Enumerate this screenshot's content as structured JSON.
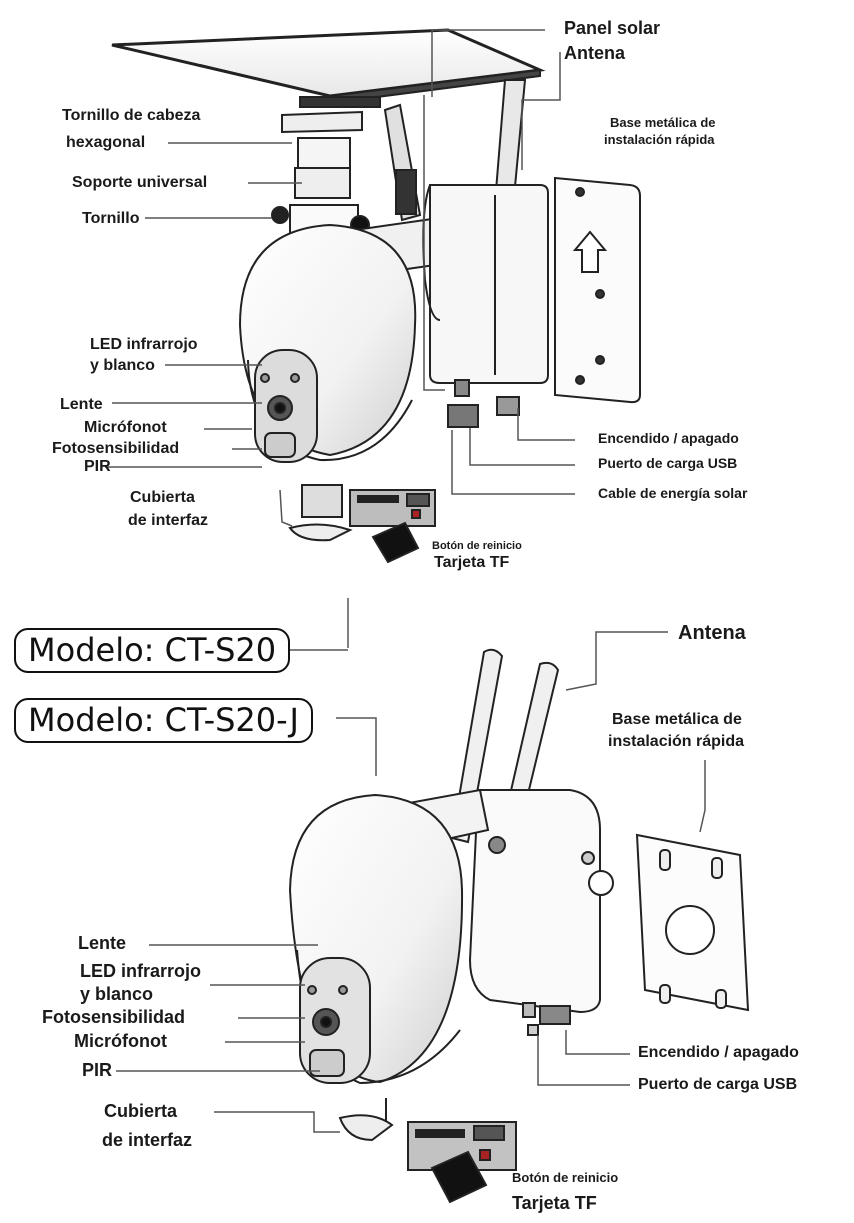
{
  "diagram_top": {
    "labels": {
      "panel_solar": "Panel solar",
      "antena": "Antena",
      "tornillo_cabeza_1": "Tornillo de cabeza",
      "tornillo_cabeza_2": "hexagonal",
      "soporte": "Soporte universal",
      "tornillo": "Tornillo",
      "base_1": "Base metálica de",
      "base_2": "instalación rápida",
      "led_1": "LED infrarrojo",
      "led_2": "y blanco",
      "lente": "Lente",
      "microfono": "Micrófonot",
      "fotosens": "Fotosensibilidad",
      "pir": "PIR",
      "cubierta_1": "Cubierta",
      "cubierta_2": "de interfaz",
      "encendido": "Encendido / apagado",
      "usb": "Puerto de carga USB",
      "cable": "Cable de energía solar",
      "reinicio": "Botón de reinicio",
      "tarjeta": "Tarjeta TF"
    }
  },
  "models": {
    "m1": "Modelo: CT-S20",
    "m2": "Modelo: CT-S20-J"
  },
  "diagram_bottom": {
    "labels": {
      "antena": "Antena",
      "base_1": "Base metálica de",
      "base_2": "instalación rápida",
      "lente": "Lente",
      "led_1": "LED infrarrojo",
      "led_2": "y blanco",
      "fotosens": "Fotosensibilidad",
      "microfono": "Micrófonot",
      "pir": "PIR",
      "cubierta_1": "Cubierta",
      "cubierta_2": "de interfaz",
      "encendido": "Encendido / apagado",
      "usb": "Puerto de carga USB",
      "reinicio": "Botón de reinicio",
      "tarjeta": "Tarjeta TF"
    }
  }
}
